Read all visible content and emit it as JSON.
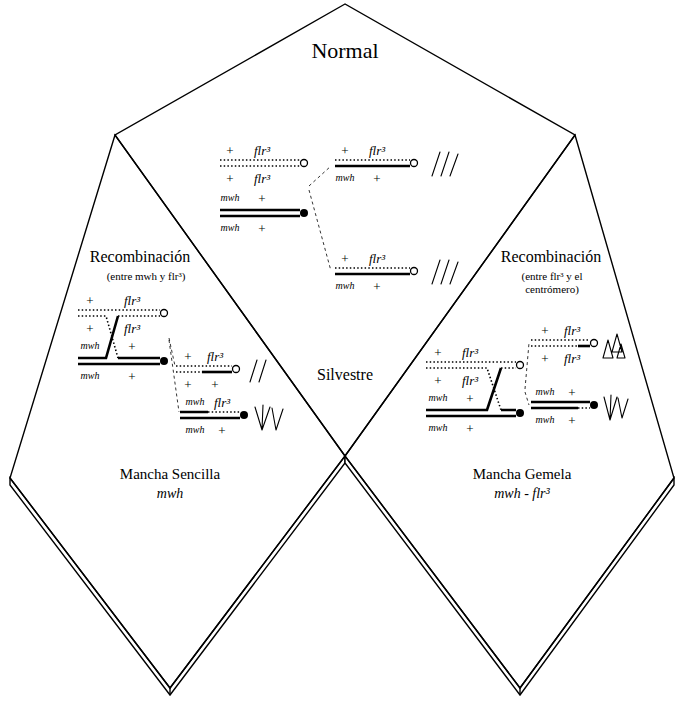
{
  "diagram": {
    "nodes": [
      {
        "text": [
          "Normal",
          "Silvestre"
        ]
      },
      {
        "text": [
          "Recombinación",
          "(entre mwh y flr³)",
          "Mancha Sencilla",
          "mwh"
        ]
      },
      {
        "text": [
          "Recombinación",
          "(entre flr³ y el centrómero)",
          "Mancha Gemela",
          "mwh - flr³"
        ]
      }
    ],
    "labels": [
      "+",
      "flr³",
      "+",
      "flr³",
      "mwh",
      "+",
      "mwh",
      "+",
      "+",
      "flr³",
      "mwh",
      "+",
      "+",
      "flr³",
      "mwh",
      "+",
      "+",
      "flr³",
      "+",
      "flr³",
      "mwh",
      "+",
      "mwh",
      "+",
      "+",
      "flr³",
      "+",
      "+",
      "mwh",
      "flr³",
      "mwh",
      "+",
      "+",
      "flr³",
      "+",
      "flr³",
      "mwh",
      "+",
      "mwh",
      "+",
      "+",
      "flr³",
      "+",
      "flr³",
      "mwh",
      "+",
      "mwh",
      "+"
    ]
  }
}
